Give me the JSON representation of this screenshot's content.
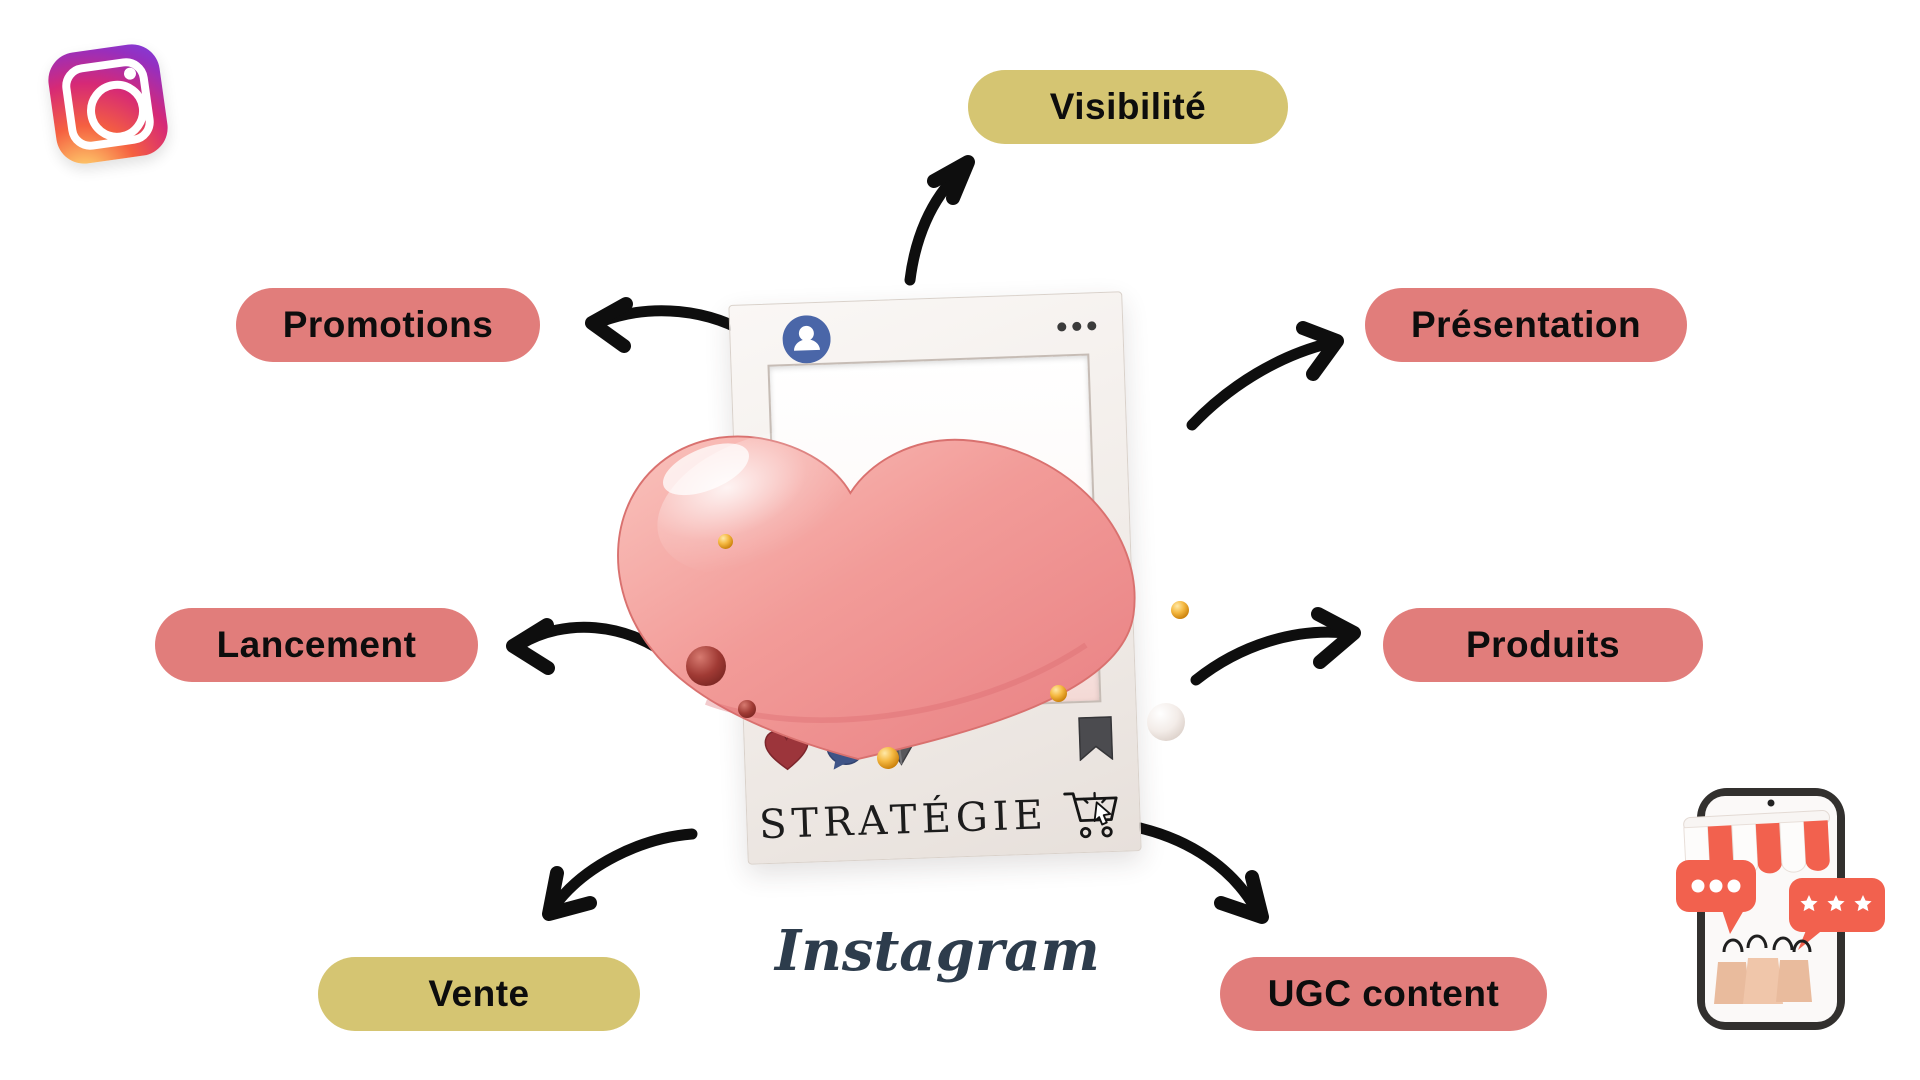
{
  "branding": {
    "app_icon": "instagram-app-icon",
    "wordmark": "Instagram",
    "wordmark_color": "#2d3c4c"
  },
  "center": {
    "post_caption": "STRATÉGIE",
    "caption_icon": "shopping-cart-click-icon",
    "frame_icons": [
      "heart-like-icon",
      "comment-bubble-icon",
      "share-arrow-icon",
      "bookmark-save-icon"
    ],
    "avatar_icon": "user-avatar-icon",
    "more_icon": "more-options-dots-icon"
  },
  "nodes": [
    {
      "id": "visibilite",
      "label": "Visibilité",
      "color": "#d5c572"
    },
    {
      "id": "promotions",
      "label": "Promotions",
      "color": "#e17d7b"
    },
    {
      "id": "presentation",
      "label": "Présentation",
      "color": "#e17d7b"
    },
    {
      "id": "lancement",
      "label": "Lancement",
      "color": "#e17d7b"
    },
    {
      "id": "produits",
      "label": "Produits",
      "color": "#e17d7b"
    },
    {
      "id": "vente",
      "label": "Vente",
      "color": "#d5c572"
    },
    {
      "id": "ugc",
      "label": "UGC content",
      "color": "#e17d7b"
    }
  ],
  "colors": {
    "background": "#ffffff",
    "pill_yellow": "#d5c572",
    "pill_pink": "#e17d7b",
    "label_text": "#0d0d0d",
    "arrow": "#0e0e0e",
    "heart_main": "#ef8d8d",
    "avatar_blue": "#4a66a8",
    "phone_coral": "#f2614e",
    "bag_tan": "#eec3a8"
  },
  "decor": {
    "spheres": [
      "gold",
      "dark-red",
      "dark-red-small",
      "gold",
      "gold",
      "pearl",
      "gold"
    ]
  }
}
